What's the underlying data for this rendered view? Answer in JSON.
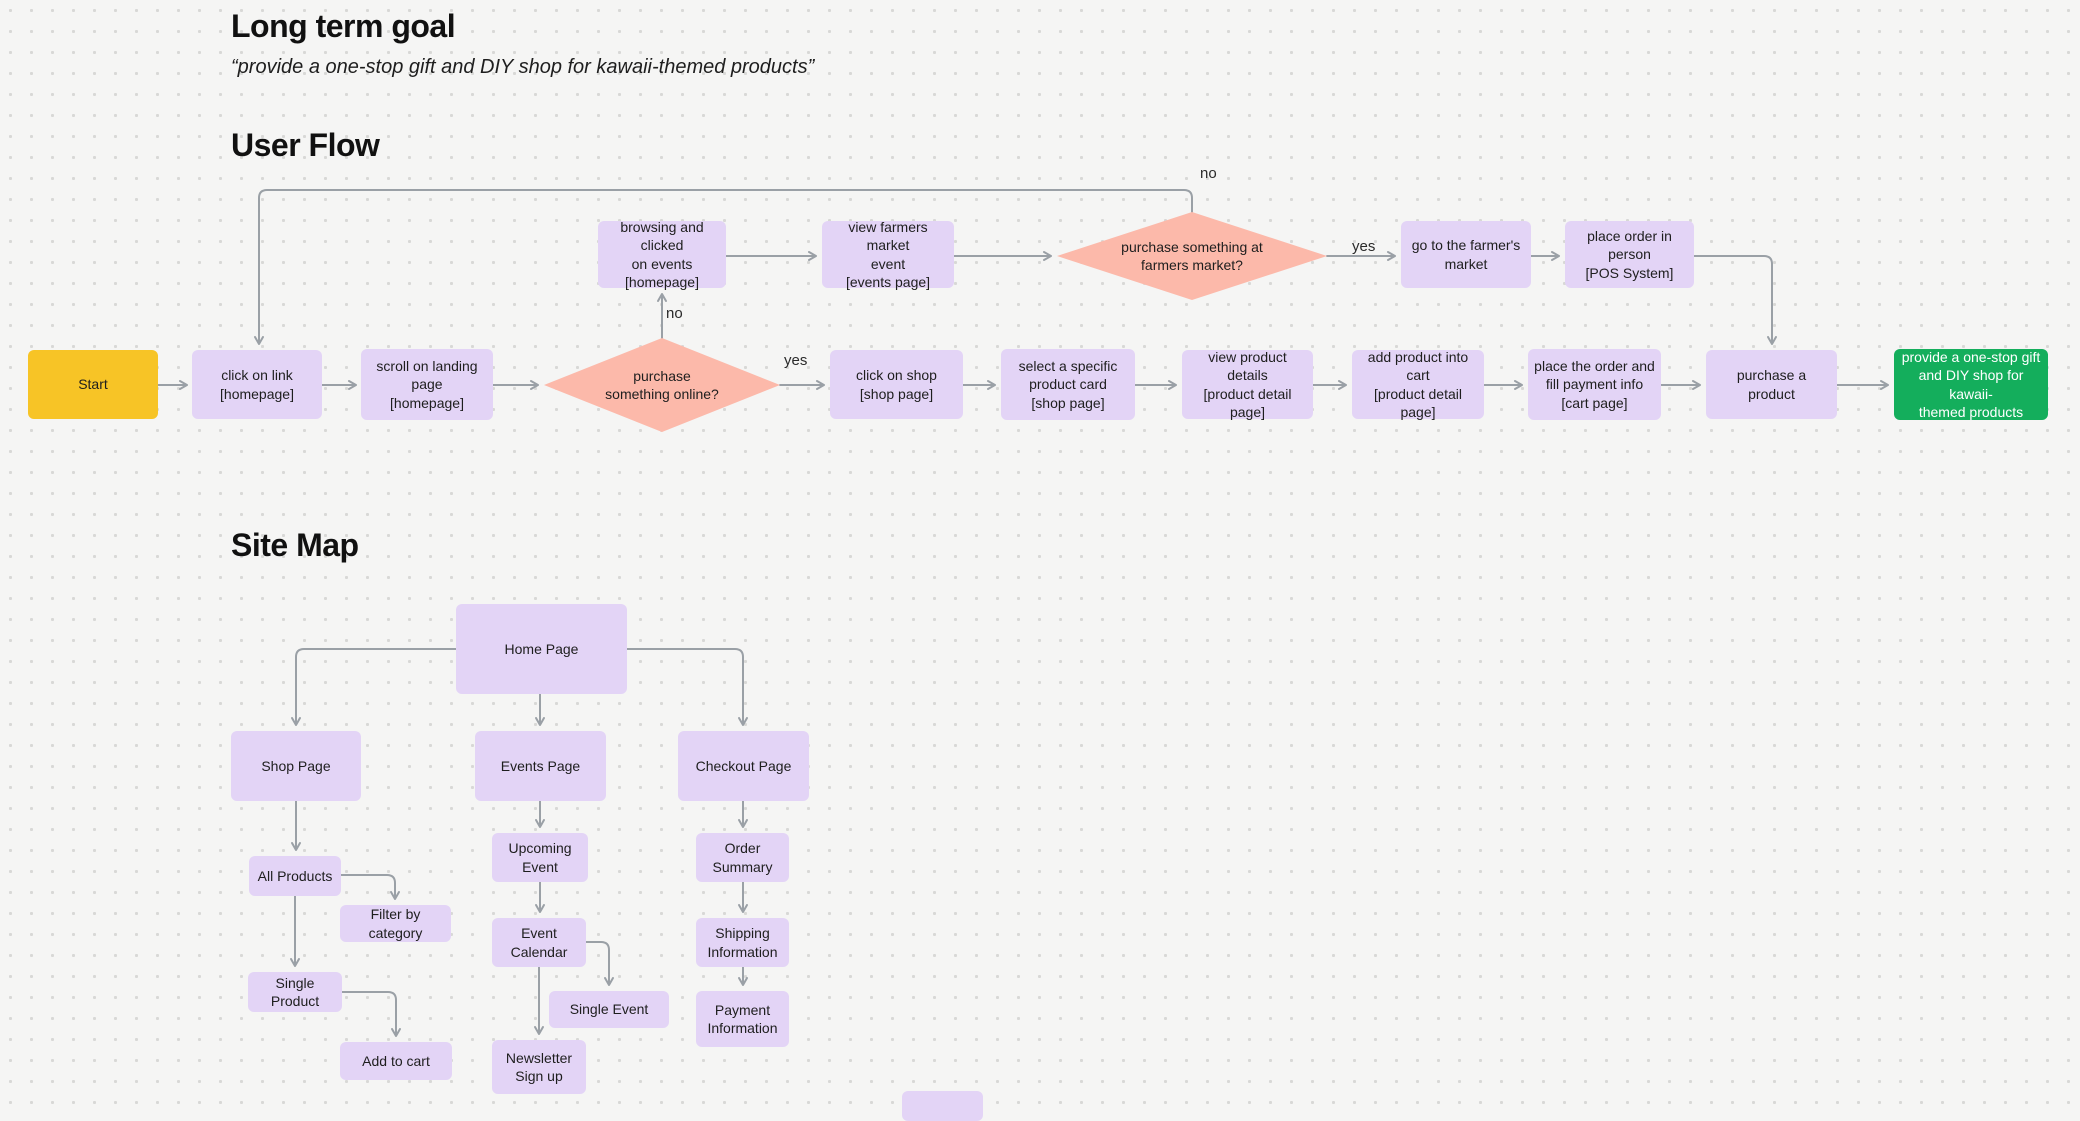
{
  "colors": {
    "background": "#f5f5f4",
    "node_purple": "#e3d4f6",
    "node_yellow": "#f7c426",
    "node_pink": "#fcb9aa",
    "node_green": "#14ae5c",
    "connector_gray": "#9aa0a6"
  },
  "headings": {
    "goal_title": "Long term goal",
    "goal_quote": "“provide a one-stop gift and DIY shop for kawaii-themed products”",
    "user_flow_title": "User Flow",
    "site_map_title": "Site Map"
  },
  "user_flow": {
    "nodes": {
      "start": "Start",
      "click_link": "click on link\n[homepage]",
      "scroll_landing": "scroll on landing\npage\n[homepage]",
      "purchase_online_q": "purchase\nsomething online?",
      "click_shop": "click on shop\n[shop page]",
      "select_card": "select a specific\nproduct card\n[shop page]",
      "view_details": "view product details\n[product detail page]",
      "add_cart": "add product into cart\n[product detail page]",
      "place_order": "place the order and\nfill payment info\n[cart page]",
      "purchase_product": "purchase a product",
      "goal": "provide a one-stop gift\nand DIY shop for kawaii-\nthemed products",
      "browse_events": "browsing and clicked\non events\n[homepage]",
      "view_market_event": "view farmers market\nevent\n[events page]",
      "purchase_market_q": "purchase something at\nfarmers market?",
      "go_market": "go to the farmer's\nmarket",
      "pos_order": "place order in person\n[POS System]"
    },
    "edge_labels": {
      "online_yes": "yes",
      "online_no": "no",
      "market_yes": "yes",
      "market_no": "no"
    }
  },
  "site_map": {
    "nodes": {
      "home": "Home Page",
      "shop": "Shop Page",
      "events": "Events Page",
      "checkout": "Checkout Page",
      "all_products": "All Products",
      "filter_category": "Filter by category",
      "single_product": "Single Product",
      "add_to_cart": "Add to cart",
      "upcoming_event": "Upcoming\nEvent",
      "event_calendar": "Event\nCalendar",
      "single_event": "Single Event",
      "newsletter": "Newsletter\nSign up",
      "order_summary": "Order\nSummary",
      "shipping_info": "Shipping\nInformation",
      "payment_info": "Payment\nInformation"
    }
  }
}
